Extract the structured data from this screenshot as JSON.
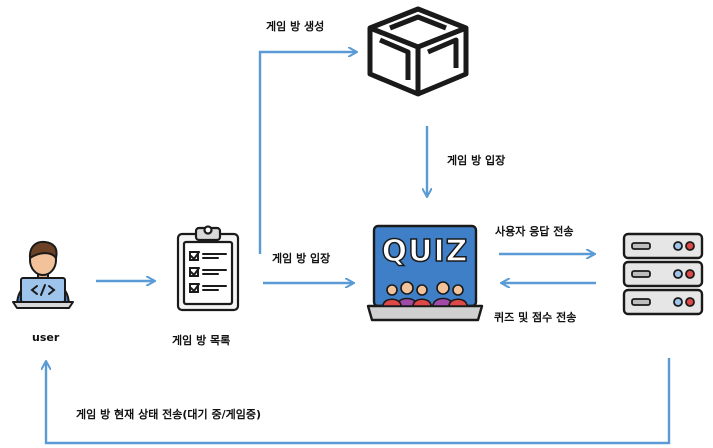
{
  "nodes": {
    "user": {
      "label": "user",
      "icon": "developer-laptop-icon"
    },
    "room_list": {
      "label": "게임 방 목록",
      "icon": "clipboard-checklist-icon"
    },
    "room_create": {
      "icon": "isometric-cube-room-icon"
    },
    "quiz": {
      "label": "QUIZ",
      "icon": "quiz-laptop-icon"
    },
    "server": {
      "icon": "server-rack-icon"
    }
  },
  "edges": {
    "create_room": "게임 방 생성",
    "enter_room_from_create": "게임 방 입장",
    "enter_room_from_list": "게임 방 입장",
    "send_answer": "사용자 응답 전송",
    "send_quiz_score": "퀴즈 및 점수 전송",
    "send_room_status": "게임 방 현재 상태 전송(대기 중/게임중)"
  },
  "colors": {
    "arrow": "#5b9bd5",
    "outline": "#1a1a1a",
    "screen_blue": "#3e7fc7",
    "cube_dark": "#2b2b2b"
  }
}
